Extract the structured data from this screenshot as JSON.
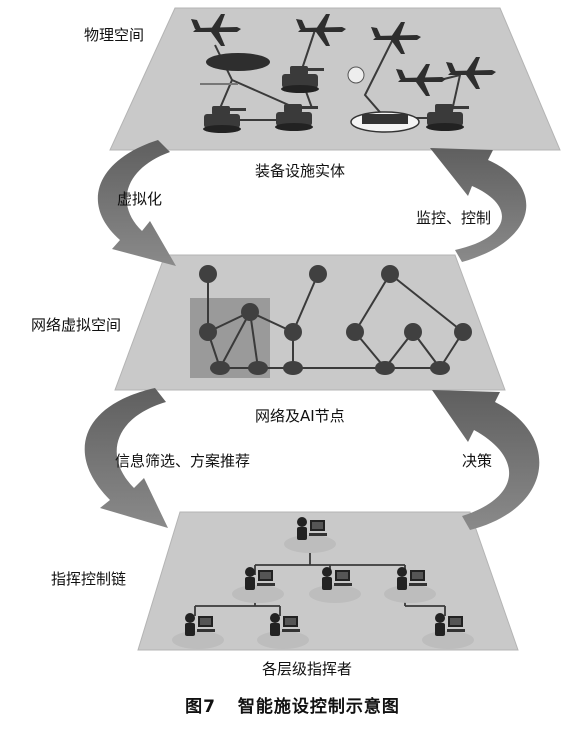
{
  "layers": {
    "physical": {
      "label": "物理空间",
      "caption": "装备设施实体"
    },
    "network": {
      "label": "网络虚拟空间",
      "caption": "网络及AI节点"
    },
    "command": {
      "label": "指挥控制链",
      "caption": "各层级指挥者"
    }
  },
  "arrows": {
    "virtualize": "虚拟化",
    "monitor_control": "监控、控制",
    "info_filter": "信息筛选、方案推荐",
    "decision": "决策"
  },
  "caption": {
    "figure_number": "图7",
    "title": "智能施设控制示意图"
  },
  "colors": {
    "plane": "#c9c9c9",
    "plane_edge": "#b4b4b4",
    "arrow": "#6f6f6f",
    "node": "#404040",
    "highlight_box": "#8f8f8f"
  },
  "icons": {
    "equipment": "military-equipment-icon",
    "commander": "commander-at-computer-icon"
  }
}
